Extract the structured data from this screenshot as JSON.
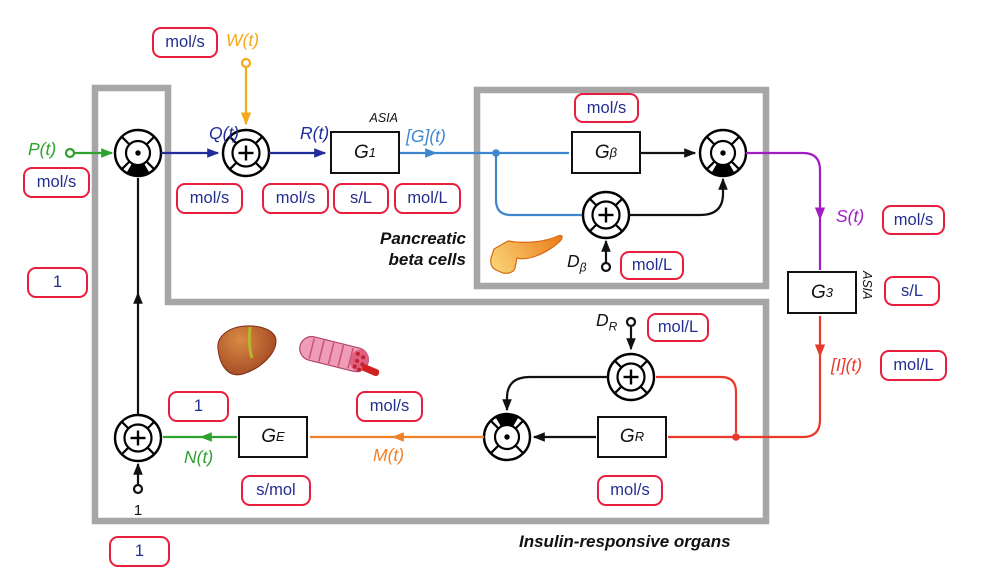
{
  "figure": {
    "regions": {
      "pancreatic_line1": "Pancreatic",
      "pancreatic_line2": "beta cells",
      "insulin": "Insulin-responsive organs"
    },
    "blocks": {
      "g1": {
        "base": "G",
        "sub": "1",
        "tag": "ASIA"
      },
      "gbeta": {
        "base": "G",
        "sub": "β"
      },
      "g3": {
        "base": "G",
        "sub": "3",
        "tag": "ASIA"
      },
      "gr": {
        "base": "G",
        "sub": "R"
      },
      "ge": {
        "base": "G",
        "sub": "E"
      }
    },
    "signals": {
      "p": "P(t)",
      "w": "W(t)",
      "q": "Q(t)",
      "r": "R(t)",
      "g_conc": "[G](t)",
      "s": "S(t)",
      "i_conc": "[I](t)",
      "m": "M(t)",
      "n": "N(t)",
      "d_beta": {
        "base": "D",
        "sub": "β"
      },
      "d_r": {
        "base": "D",
        "sub": "R"
      },
      "unity": "1"
    },
    "units": {
      "p": "mol/s",
      "w": "mol/s",
      "q": "mol/s",
      "r": "mol/s",
      "g1": "s/L",
      "g_conc": "mol/L",
      "gbeta": "mol/s",
      "d_beta": "mol/L",
      "s": "mol/s",
      "g3": "s/L",
      "i_conc": "mol/L",
      "d_r": "mol/L",
      "gr": "mol/s",
      "m": "mol/s",
      "ge": "s/mol",
      "one_left": "1",
      "one_ge": "1",
      "one_bottom": "1"
    },
    "colors": {
      "unit_box_border": "#e91e3c",
      "unit_text": "#232f8f",
      "frame_gray": "#a6a6a6",
      "green": "#2fa12e",
      "navy": "#1f2d9b",
      "gold": "#f5a81c",
      "blue": "#3e87ce",
      "purple": "#a21cc4",
      "red": "#e8392c",
      "orange": "#f08026",
      "black": "#111111"
    }
  }
}
